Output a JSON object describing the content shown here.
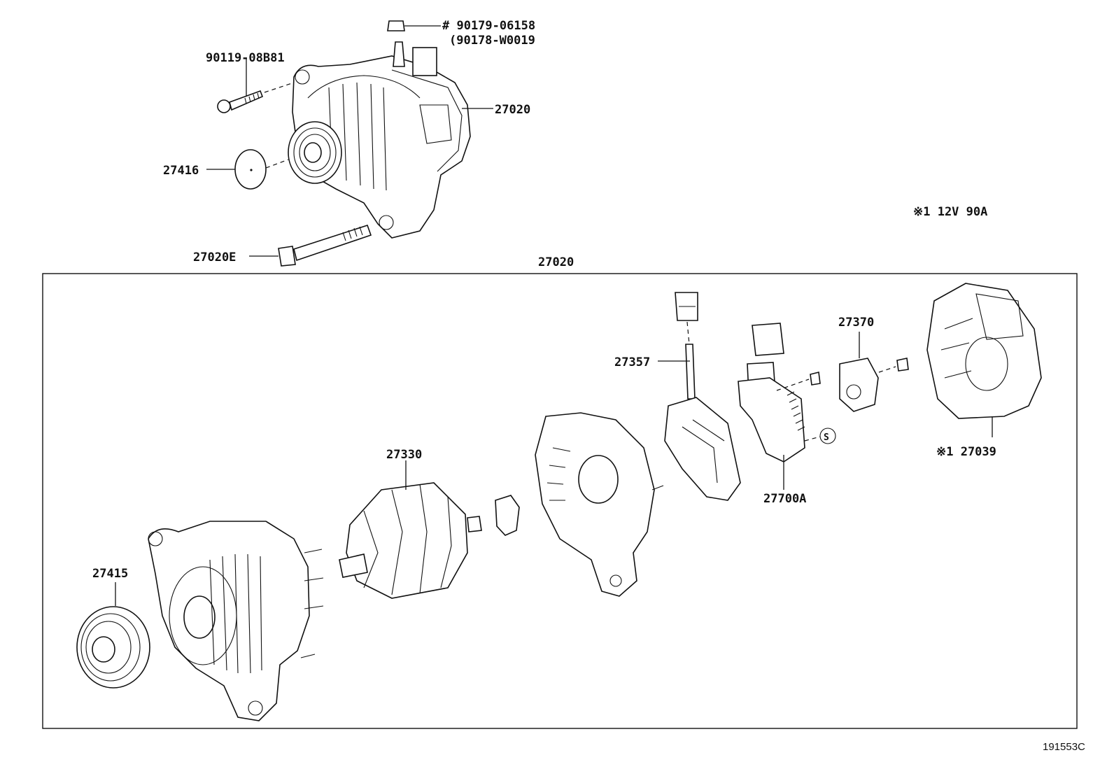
{
  "diagram": {
    "labels": {
      "p90179": "# 90179-06158",
      "p90178": "(90178-W0019",
      "p90119": "90119-08B81",
      "p27020_top": "27020",
      "p27416": "27416",
      "note": "※1  12V  90A",
      "p27020e": "27020E",
      "p27020_box": "27020",
      "p27357": "27357",
      "p27370": "27370",
      "p27330": "27330",
      "p27039": "※1 27039",
      "p27700a": "27700A",
      "p27415": "27415",
      "s_mark": "S"
    },
    "ref_code": "191553C"
  }
}
